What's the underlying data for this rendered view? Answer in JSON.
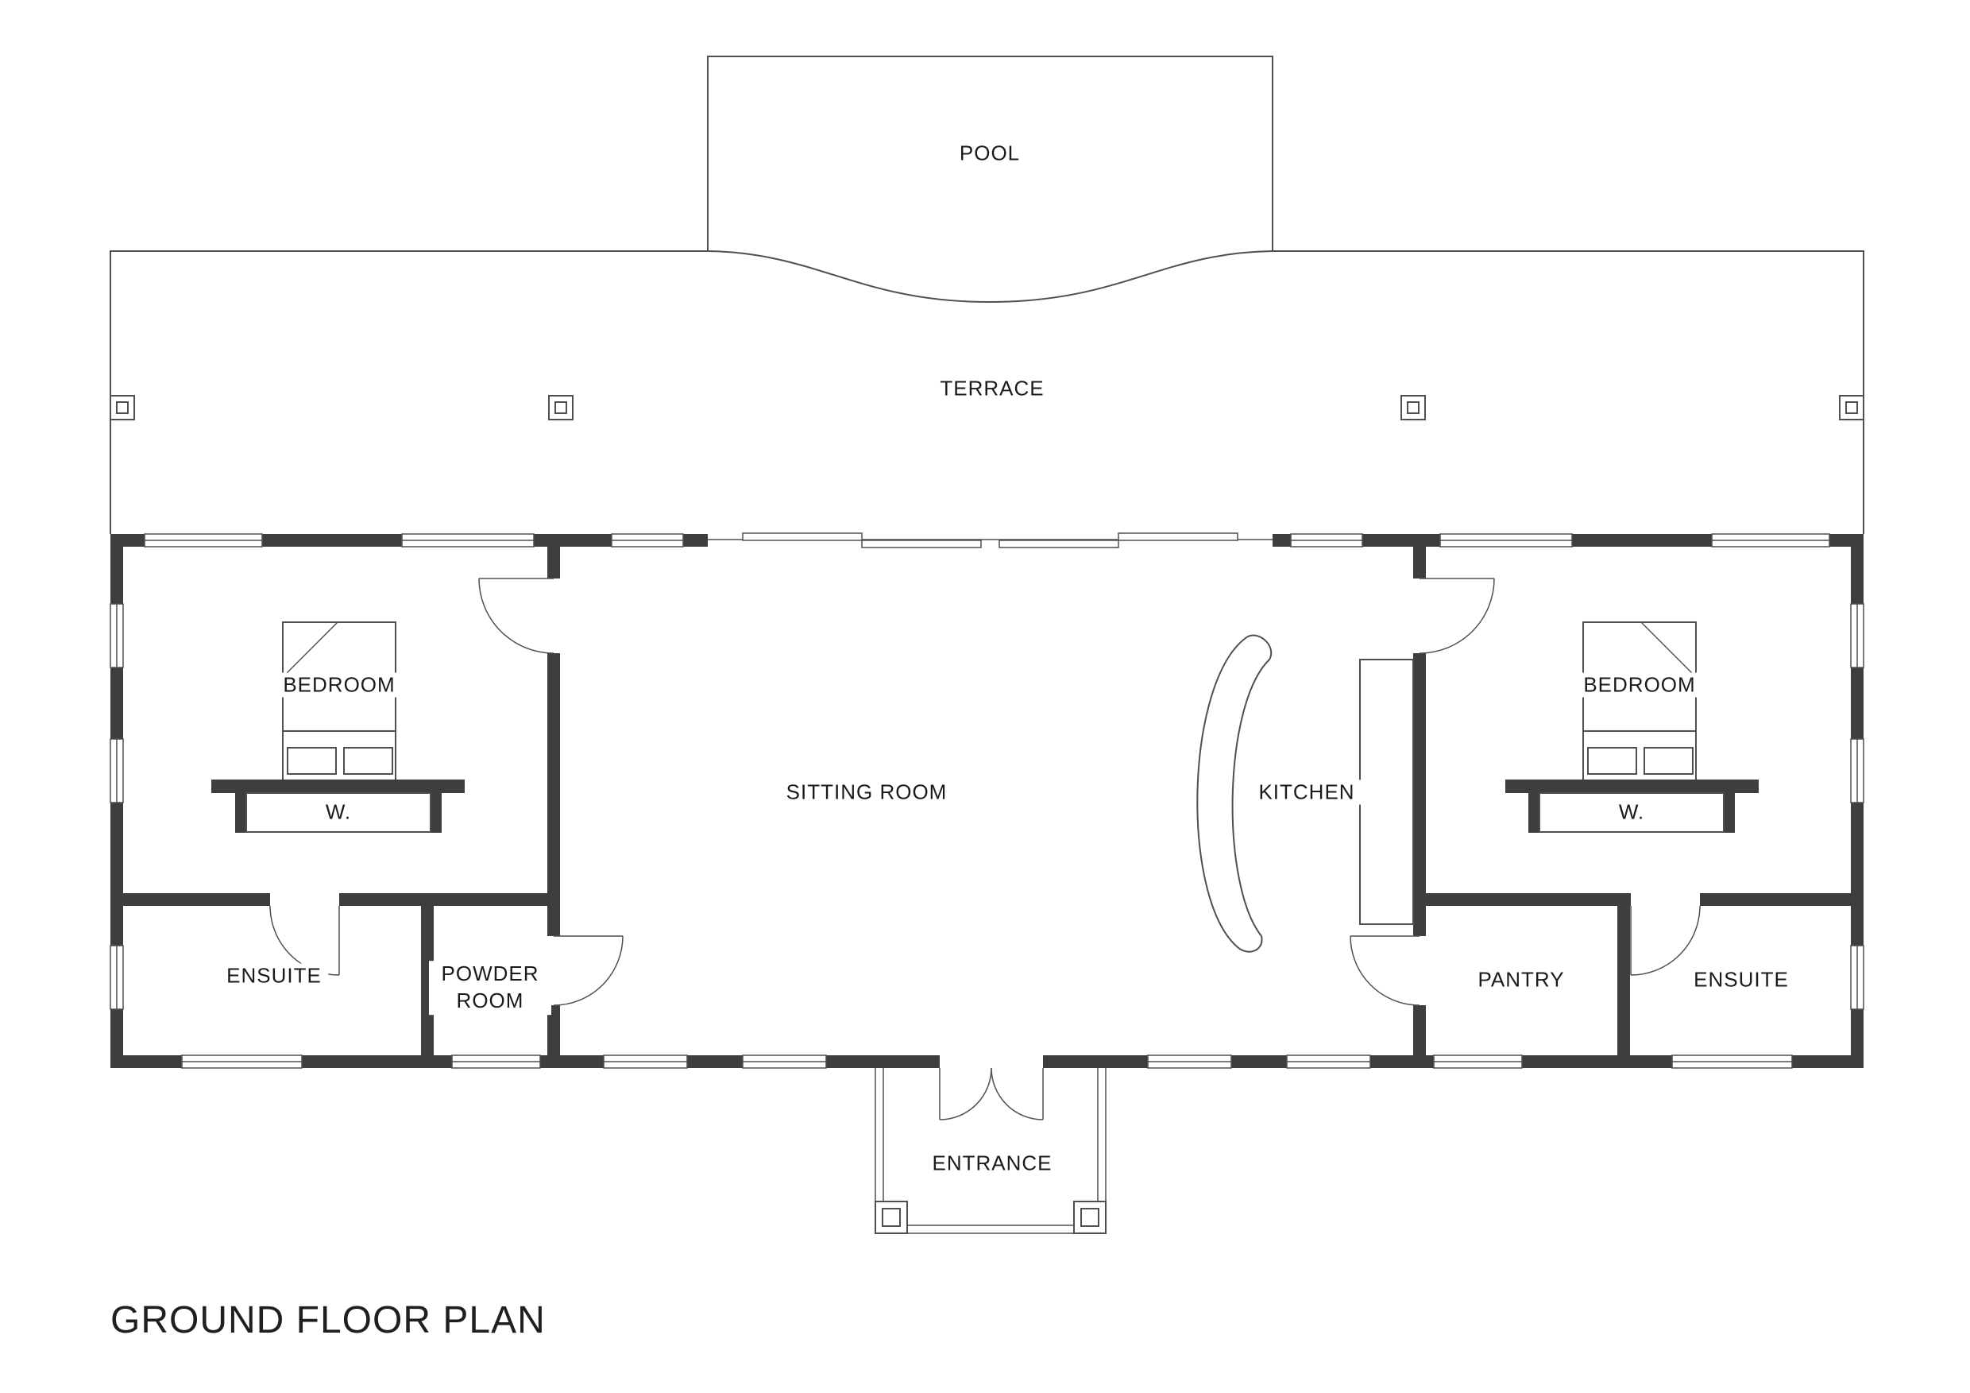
{
  "title": "GROUND FLOOR PLAN",
  "colors": {
    "wall": "#3e3e3e",
    "line": "#4f4f4f",
    "text": "#1a1a1a",
    "bg": "#ffffff"
  },
  "labels": {
    "pool": "POOL",
    "terrace": "TERRACE",
    "bedroom_left": "BEDROOM",
    "wardrobe_left": "W.",
    "sitting_room": "SITTING ROOM",
    "kitchen": "KITCHEN",
    "bedroom_right": "BEDROOM",
    "wardrobe_right": "W.",
    "ensuite_left": "ENSUITE",
    "powder_room": "POWDER ROOM",
    "pantry": "PANTRY",
    "ensuite_right": "ENSUITE",
    "entrance": "ENTRANCE"
  }
}
